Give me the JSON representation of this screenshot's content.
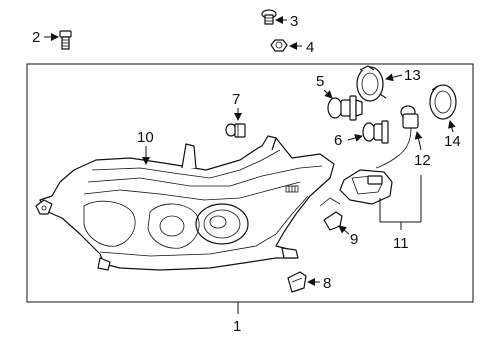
{
  "callouts": {
    "n1": "1",
    "n2": "2",
    "n3": "3",
    "n4": "4",
    "n5": "5",
    "n6": "6",
    "n7": "7",
    "n8": "8",
    "n9": "9",
    "n10": "10",
    "n11": "11",
    "n12": "12",
    "n13": "13",
    "n14": "14"
  }
}
